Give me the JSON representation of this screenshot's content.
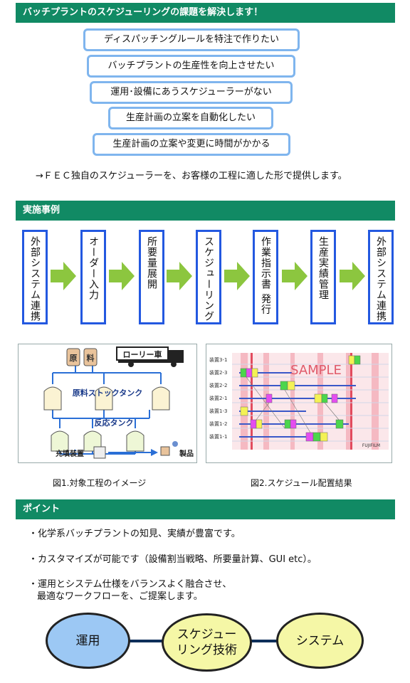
{
  "header1": "バッチプラントのスケジューリングの課題を解決します！",
  "issues": [
    "ディスパッチングルールを特注で作りたい",
    "バッチプラントの生産性を向上させたい",
    "運用･設備にあうスケジューラーがない",
    "生産計画の立案を自動化したい",
    "生産計画の立案や変更に時間がかかる"
  ],
  "solution_note": "→ＦＥＣ独自のスケジューラーを、お客様の工程に適した形で提供します。",
  "header2": "実施事例",
  "flow_steps": [
    "外部システム連携",
    "オーダー入力",
    "所要量展開",
    "スケジューリング",
    "作業指示書 発行",
    "生産実績管理",
    "外部システム連携"
  ],
  "fig1": {
    "materials": [
      "原",
      "料"
    ],
    "truck": "ローリー車",
    "stock_tank": "原料ストックタンク",
    "reaction_tank": "反応タンク",
    "filling": "充填装置",
    "product": "製品"
  },
  "fig2": {
    "watermark": "SAMPLE",
    "rows": [
      "装置3-1",
      "装置2-3",
      "装置2-2",
      "装置2-1",
      "装置1-3",
      "装置1-2",
      "装置1-1"
    ],
    "logo": "FUJIFILM"
  },
  "captions": [
    "図1.対象工程のイメージ",
    "図2.スケジュール配置結果"
  ],
  "header3": "ポイント",
  "points": [
    "・化学系バッチプラントの知見、実績が豊富です。",
    "・カスタマイズが可能です（設備割当戦略、所要量計算、GUI etc）。",
    "・運用とシステム仕様をバランスよく融合させ、",
    "最適なワークフローを、ご提案します。"
  ],
  "venn": [
    "運用",
    "スケジュー",
    "リング技術",
    "システム"
  ],
  "colors": {
    "header_bg": "#118a64",
    "issue_border": "#7fb5ee",
    "step_border": "#2358e0",
    "arrow": "#8cc63f",
    "circle_blue": "#9cc8f4",
    "circle_yellow": "#f5f7a6"
  }
}
